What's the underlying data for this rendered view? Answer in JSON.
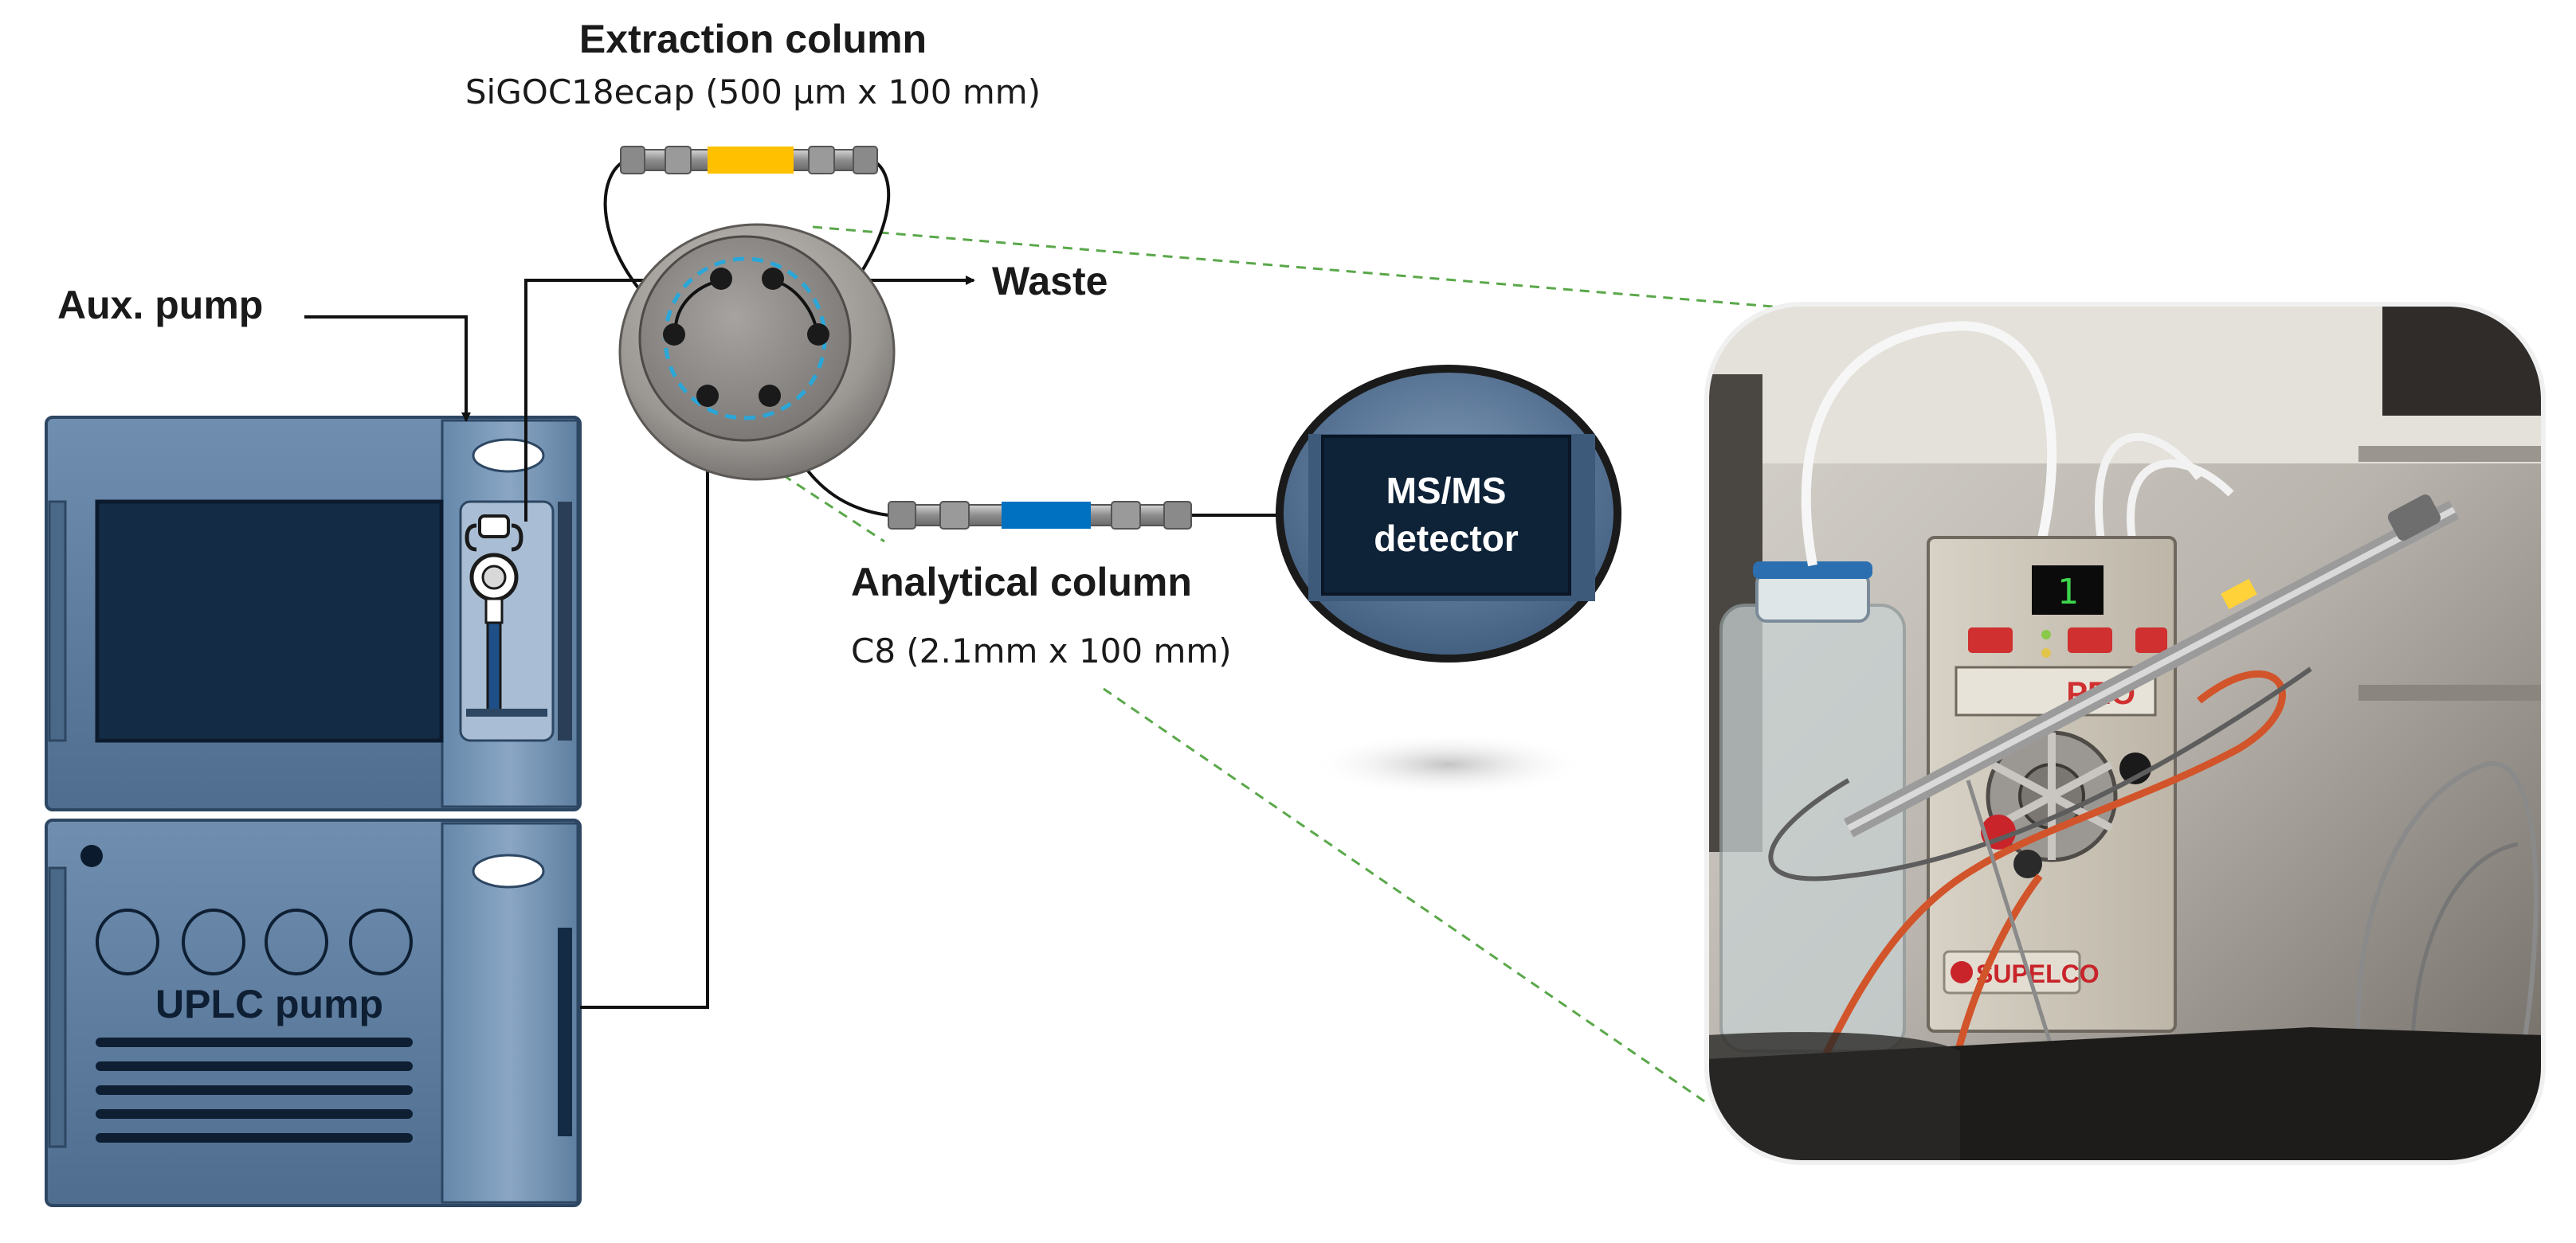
{
  "labels": {
    "extraction_title": "Extraction column",
    "extraction_spec": "SiGOC18ecap (500 µm x 100 mm)",
    "aux_pump": "Aux. pump",
    "waste": "Waste",
    "analytical_title": "Analytical column",
    "analytical_spec": "C8 (2.1mm x 100 mm)",
    "detector_line1": "MS/MS",
    "detector_line2": "detector",
    "uplc_pump": "UPLC pump"
  },
  "photo": {
    "display_digit": "1",
    "brand": "SUPELCO",
    "panel_text": "PRO"
  },
  "colors": {
    "instrument_blue": "#5b7a9c",
    "screen_dark": "#142b45",
    "extraction_band": "#ffc000",
    "analytical_band": "#0070c0",
    "dashed_green": "#5aa84a",
    "rotor_ring": "#2aa7d8",
    "tubing_orange": "#d2542a"
  },
  "icons": {
    "waste_arrow": "arrow-right-icon",
    "aux_arrow": "arrow-right-icon"
  }
}
